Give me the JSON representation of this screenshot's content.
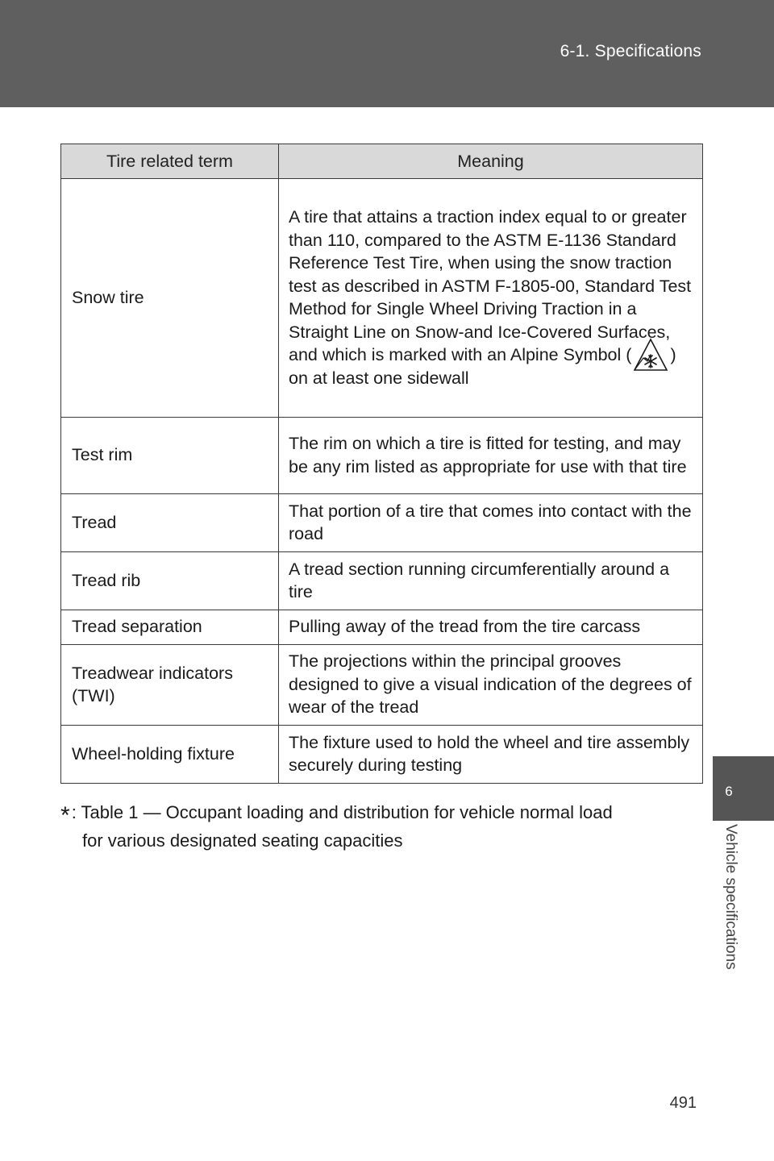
{
  "header": {
    "section_title": "6-1. Specifications"
  },
  "side_tab": {
    "number": "6",
    "label": "Vehicle specifications"
  },
  "table": {
    "columns": [
      "Tire related term",
      "Meaning"
    ],
    "rows": [
      {
        "term": "Snow tire",
        "meaning_before_icon": "A tire that attains a traction index equal to or greater than 110, compared to the ASTM E-1136 Standard Reference Test Tire, when using the snow traction test as described in ASTM F-1805-00, Standard Test Method for Single Wheel Driving Traction in a Straight Line on Snow-and Ice-Covered Surfaces, and which is marked with an Alpine Symbol (",
        "icon": "alpine-snowflake-mountain-icon",
        "meaning_after_icon": ") on at least one sidewall"
      },
      {
        "term": "Test rim",
        "meaning": "The rim on which a tire is fitted for testing, and may be any rim listed as appropriate for use with that tire"
      },
      {
        "term": "Tread",
        "meaning": "That portion of a tire that comes into contact with the road"
      },
      {
        "term": "Tread rib",
        "meaning": "A tread section running circumferentially around a tire"
      },
      {
        "term": "Tread separation",
        "meaning": "Pulling away of the tread from the tire carcass"
      },
      {
        "term": "Treadwear indicators (TWI)",
        "meaning": "The projections within the principal grooves designed to give a visual indication of the degrees of wear of the tread"
      },
      {
        "term": "Wheel-holding fixture",
        "meaning": "The fixture used to hold the wheel and tire assembly securely during testing"
      }
    ]
  },
  "footnote": {
    "marker": "*",
    "text_line1": ": Table 1 — Occupant loading and distribution for vehicle normal load",
    "text_line2": "for various designated seating capacities"
  },
  "page_number": "491"
}
